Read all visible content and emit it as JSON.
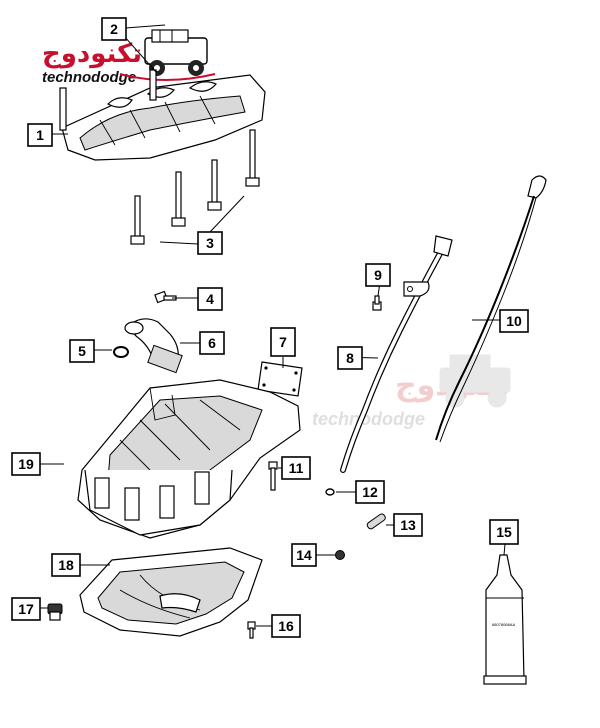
{
  "logo": {
    "arabic": "تكنودوج",
    "latin": "technododge",
    "color": "#c8102e"
  },
  "watermark": {
    "arabic": "تكنودوج",
    "latin": "technododge"
  },
  "callouts": [
    {
      "id": "c1",
      "label": "1"
    },
    {
      "id": "c2",
      "label": "2"
    },
    {
      "id": "c3",
      "label": "3"
    },
    {
      "id": "c4",
      "label": "4"
    },
    {
      "id": "c5",
      "label": "5"
    },
    {
      "id": "c6",
      "label": "6"
    },
    {
      "id": "c7",
      "label": "7"
    },
    {
      "id": "c8",
      "label": "8"
    },
    {
      "id": "c9",
      "label": "9"
    },
    {
      "id": "c10",
      "label": "10"
    },
    {
      "id": "c11",
      "label": "11"
    },
    {
      "id": "c12",
      "label": "12"
    },
    {
      "id": "c13",
      "label": "13"
    },
    {
      "id": "c14",
      "label": "14"
    },
    {
      "id": "c15",
      "label": "15"
    },
    {
      "id": "c16",
      "label": "16"
    },
    {
      "id": "c17",
      "label": "17"
    },
    {
      "id": "c18",
      "label": "18"
    },
    {
      "id": "c19",
      "label": "19"
    }
  ],
  "sealant_tube": {
    "part_number": "68078066AA"
  }
}
